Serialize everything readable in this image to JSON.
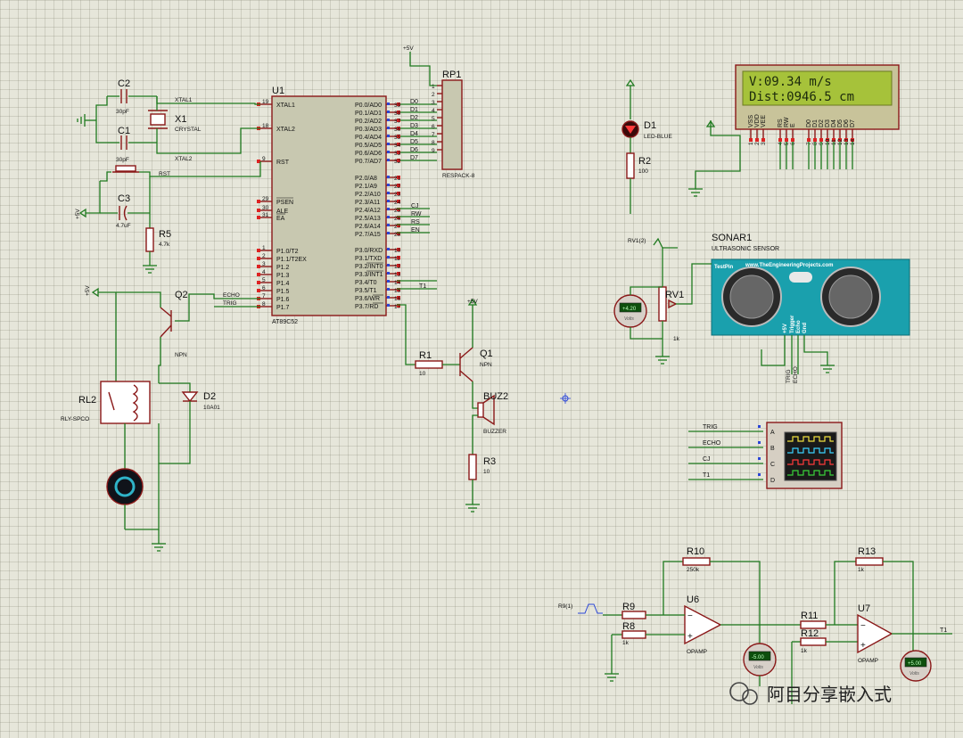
{
  "u1": {
    "ref": "U1",
    "part": "AT89C52",
    "left_pins": [
      {
        "num": "19",
        "name": "XTAL1"
      },
      {
        "num": "18",
        "name": "XTAL2"
      },
      {
        "num": "9",
        "name": "RST"
      },
      {
        "num": "29",
        "name": "PSEN"
      },
      {
        "num": "30",
        "name": "ALE"
      },
      {
        "num": "31",
        "name": "EA"
      },
      {
        "num": "1",
        "name": "P1.0/T2"
      },
      {
        "num": "2",
        "name": "P1.1/T2EX"
      },
      {
        "num": "3",
        "name": "P1.2"
      },
      {
        "num": "4",
        "name": "P1.3"
      },
      {
        "num": "5",
        "name": "P1.4"
      },
      {
        "num": "6",
        "name": "P1.5"
      },
      {
        "num": "7",
        "name": "P1.6"
      },
      {
        "num": "8",
        "name": "P1.7"
      }
    ],
    "right_pins": [
      {
        "num": "39",
        "name": "P0.0/AD0"
      },
      {
        "num": "38",
        "name": "P0.1/AD1"
      },
      {
        "num": "37",
        "name": "P0.2/AD2"
      },
      {
        "num": "36",
        "name": "P0.3/AD3"
      },
      {
        "num": "35",
        "name": "P0.4/AD4"
      },
      {
        "num": "34",
        "name": "P0.5/AD5"
      },
      {
        "num": "33",
        "name": "P0.6/AD6"
      },
      {
        "num": "32",
        "name": "P0.7/AD7"
      },
      {
        "num": "21",
        "name": "P2.0/A8"
      },
      {
        "num": "22",
        "name": "P2.1/A9"
      },
      {
        "num": "23",
        "name": "P2.2/A10"
      },
      {
        "num": "24",
        "name": "P2.3/A11"
      },
      {
        "num": "25",
        "name": "P2.4/A12"
      },
      {
        "num": "26",
        "name": "P2.5/A13"
      },
      {
        "num": "27",
        "name": "P2.6/A14"
      },
      {
        "num": "28",
        "name": "P2.7/A15"
      },
      {
        "num": "10",
        "name": "P3.0/RXD"
      },
      {
        "num": "11",
        "name": "P3.1/TXD"
      },
      {
        "num": "12",
        "name": "P3.2/INT0"
      },
      {
        "num": "13",
        "name": "P3.3/INT1"
      },
      {
        "num": "14",
        "name": "P3.4/T0"
      },
      {
        "num": "15",
        "name": "P3.5/T1"
      },
      {
        "num": "16",
        "name": "P3.6/WR"
      },
      {
        "num": "17",
        "name": "P3.7/RD"
      }
    ]
  },
  "data_bus": [
    "D0",
    "D1",
    "D2",
    "D3",
    "D4",
    "D5",
    "D6",
    "D7"
  ],
  "nets": {
    "cj": "CJ",
    "rw": "RW",
    "rs": "RS",
    "en": "EN",
    "t1": "T1",
    "echo": "ECHO",
    "trig": "TRIG",
    "xtal1": "XTAL1",
    "xtal2": "XTAL2",
    "rst": "RST"
  },
  "rp1": {
    "ref": "RP1",
    "part": "RESPACK-8",
    "pins": [
      "1",
      "2",
      "3",
      "4",
      "5",
      "6",
      "7",
      "8",
      "9"
    ]
  },
  "c2": {
    "ref": "C2",
    "val": "30pF"
  },
  "c1": {
    "ref": "C1",
    "val": "30pF"
  },
  "x1": {
    "ref": "X1",
    "val": "CRYSTAL"
  },
  "c3": {
    "ref": "C3",
    "val": "4.7uF"
  },
  "r5": {
    "ref": "R5",
    "val": "4.7k"
  },
  "q2": {
    "ref": "Q2",
    "val": "NPN"
  },
  "rl2": {
    "ref": "RL2",
    "val": "RLY-SPCO"
  },
  "d2": {
    "ref": "D2",
    "val": "10A01"
  },
  "q1": {
    "ref": "Q1",
    "val": "NPN"
  },
  "r1": {
    "ref": "R1",
    "val": "10"
  },
  "buz2": {
    "ref": "BUZ2",
    "val": "BUZZER"
  },
  "r3": {
    "ref": "R3",
    "val": "10"
  },
  "d1": {
    "ref": "D1",
    "val": "LED-BLUE"
  },
  "r2": {
    "ref": "R2",
    "val": "100"
  },
  "power": {
    "p5v": "+5V"
  },
  "lcd": {
    "line1": "V:09.34 m/s",
    "line2": "Dist:0946.5 cm",
    "pin_names": [
      "VSS",
      "VDD",
      "VEE",
      "RS",
      "RW",
      "E",
      "D0",
      "D1",
      "D2",
      "D3",
      "D4",
      "D5",
      "D6",
      "D7"
    ],
    "pin_nums": [
      "1",
      "2",
      "3",
      "4",
      "5",
      "6",
      "7",
      "8",
      "9",
      "10",
      "11",
      "12",
      "13",
      "14"
    ]
  },
  "sonar": {
    "ref": "SONAR1",
    "part": "ULTRASONIC SENSOR",
    "site": "www.TheEngineeringProjects.com",
    "testpin": "TestPin",
    "pins": [
      "+5V",
      "Trigger",
      "Echo",
      "Gnd"
    ]
  },
  "rv1": {
    "ref": "RV1",
    "val": "1k",
    "probe": "RV1(2)"
  },
  "meter1": {
    "value": "+4.20",
    "unit": "Volts"
  },
  "scope": {
    "channels": [
      "A",
      "B",
      "C",
      "D"
    ],
    "inputs": [
      "TRIG",
      "ECHO",
      "CJ",
      "T1"
    ]
  },
  "r10": {
    "ref": "R10",
    "val": "250k"
  },
  "r13": {
    "ref": "R13",
    "val": "1k"
  },
  "u6": {
    "ref": "U6",
    "part": "OPAMP"
  },
  "u7": {
    "ref": "U7",
    "part": "OPAMP"
  },
  "r9": {
    "ref": "R9",
    "probe": "R9(1)"
  },
  "r8": {
    "ref": "R8",
    "val": "1k"
  },
  "r11": {
    "ref": "R11"
  },
  "r12": {
    "ref": "R12",
    "val": "1k"
  },
  "meter2": {
    "value": "-5.00",
    "unit": "Volts"
  },
  "meter3": {
    "value": "+5.00",
    "unit": "Volts"
  },
  "watermark": "阿目分享嵌入式"
}
